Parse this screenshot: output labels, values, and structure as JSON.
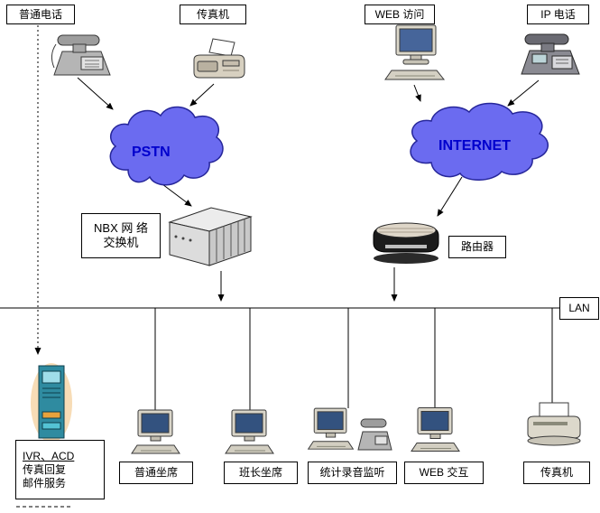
{
  "nodes": {
    "ordinary_phone": {
      "label": "普通电话"
    },
    "fax_top": {
      "label": "传真机"
    },
    "web_access": {
      "label": "WEB 访问"
    },
    "ip_phone": {
      "label": "IP 电话"
    },
    "pstn": {
      "label": "PSTN"
    },
    "internet": {
      "label": "INTERNET"
    },
    "nbx": {
      "line1": "NBX 网 络",
      "line2": "交换机"
    },
    "router": {
      "label": "路由器"
    },
    "lan": {
      "label": "LAN"
    },
    "ivr": {
      "line1": "IVR、ACD",
      "line2": "传真回复",
      "line3": "邮件服务"
    },
    "ordinary_agent": {
      "label": "普通坐席"
    },
    "supervisor_agent": {
      "label": "班长坐席"
    },
    "stats_monitor": {
      "label": "统计录音监听"
    },
    "web_interaction": {
      "label": "WEB 交互"
    },
    "fax_bottom": {
      "label": "传真机"
    }
  },
  "colors": {
    "cloud_fill": "#6b6bf0",
    "cloud_text": "#0000cd",
    "line": "#000000"
  }
}
